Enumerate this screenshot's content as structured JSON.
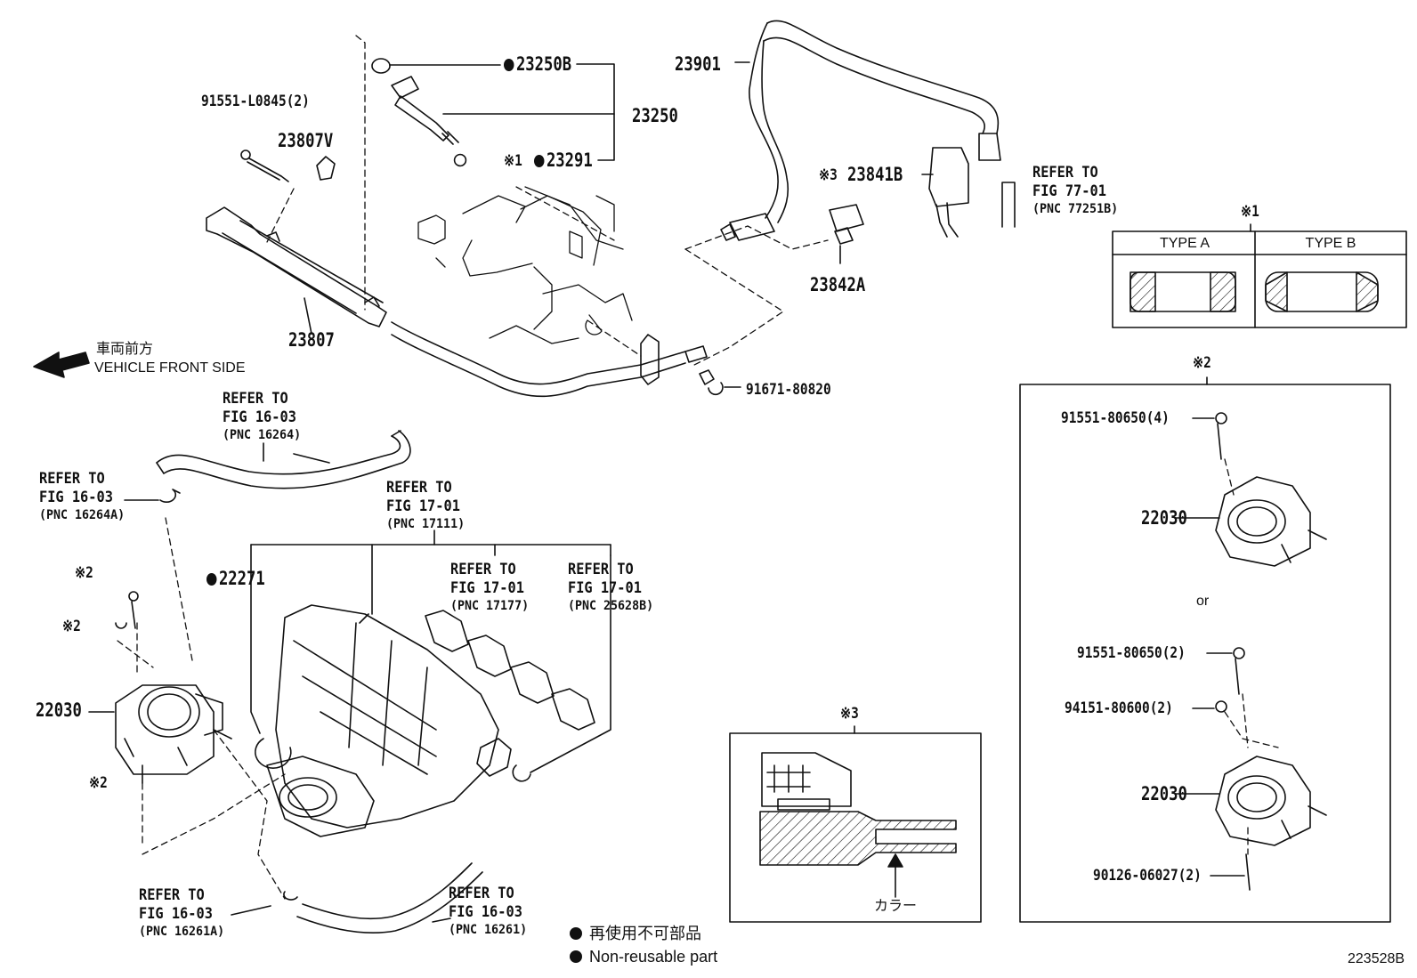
{
  "diagram": {
    "code": "223528B",
    "direction": {
      "jp": "車両前方",
      "en": "VEHICLE FRONT SIDE"
    },
    "legend": {
      "jp": "再使用不可部品",
      "en": "Non-reusable part"
    },
    "parts": {
      "p23250B": "23250B",
      "p23250": "23250",
      "p23291": "23291",
      "p23291_note": "※1",
      "p23901": "23901",
      "p91551_l0845": "91551-L0845(2)",
      "p23807v": "23807V",
      "p23807": "23807",
      "p23841b": "23841B",
      "p23841b_note": "※3",
      "p23842a": "23842A",
      "p91671": "91671-80820",
      "p22271": "22271",
      "p22030_left": "22030",
      "note2_a": "※2",
      "note2_b": "※2",
      "note2_c": "※2"
    },
    "refs": {
      "r77": {
        "line1": "REFER TO",
        "line2": "FIG 77-01",
        "pnc": "(PNC 77251B)"
      },
      "r16264": {
        "line1": "REFER TO",
        "line2": "FIG 16-03",
        "pnc": "(PNC 16264)"
      },
      "r16264a": {
        "line1": "REFER TO",
        "line2": "FIG 16-03",
        "pnc": "(PNC 16264A)"
      },
      "r17111": {
        "line1": "REFER TO",
        "line2": "FIG 17-01",
        "pnc": "(PNC 17111)"
      },
      "r17177": {
        "line1": "REFER TO",
        "line2": "FIG 17-01",
        "pnc": "(PNC 17177)"
      },
      "r25628b": {
        "line1": "REFER TO",
        "line2": "FIG 17-01",
        "pnc": "(PNC 25628B)"
      },
      "r16261a": {
        "line1": "REFER TO",
        "line2": "FIG 16-03",
        "pnc": "(PNC 16261A)"
      },
      "r16261": {
        "line1": "REFER TO",
        "line2": "FIG 16-03",
        "pnc": "(PNC 16261)"
      }
    },
    "inset1": {
      "title": "※1",
      "type_a": "TYPE A",
      "type_b": "TYPE B"
    },
    "inset2": {
      "title": "※2",
      "bolt4": "91551-80650(4)",
      "tb_top": "22030",
      "or": "or",
      "bolt2": "91551-80650(2)",
      "nut2": "94151-80600(2)",
      "tb_bottom": "22030",
      "stud2": "90126-06027(2)"
    },
    "inset3": {
      "title": "※3",
      "collar": "カラー"
    }
  }
}
